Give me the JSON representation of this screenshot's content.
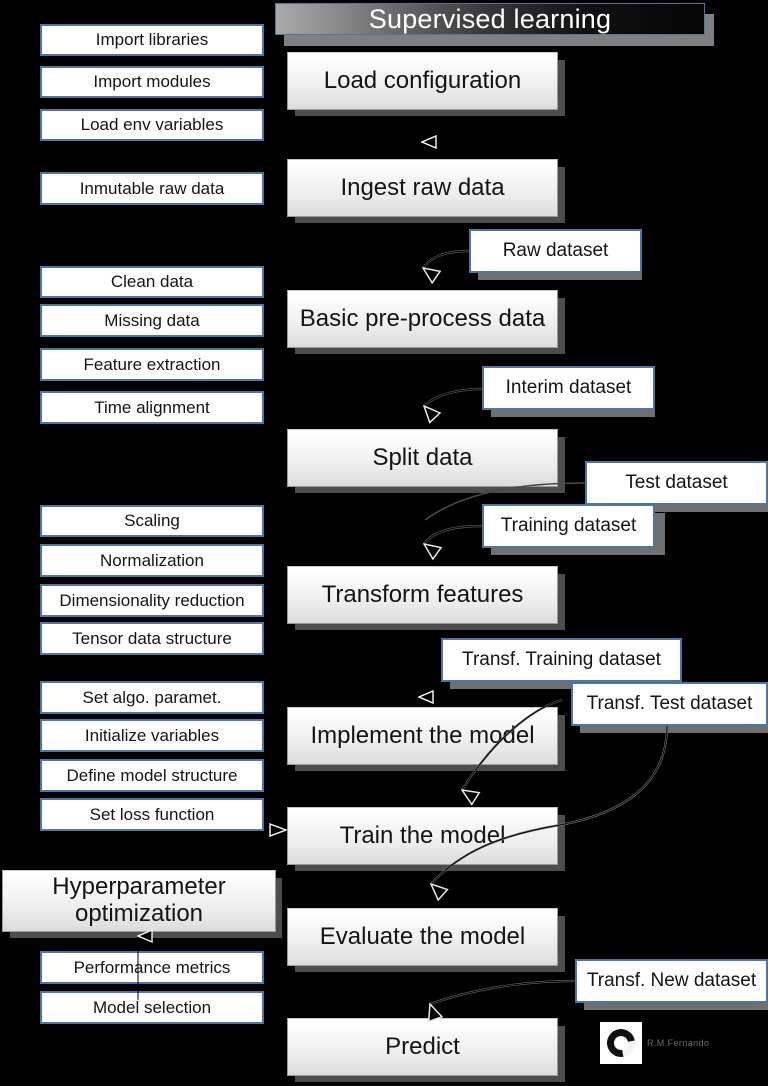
{
  "diagram": {
    "title": "Supervised learning",
    "accent_border": "#4a76a8",
    "title_text_color": "#ffffff",
    "background": "#000000"
  },
  "pipeline": [
    {
      "name": "load-configuration",
      "label": "Load configuration"
    },
    {
      "name": "ingest-raw-data",
      "label": "Ingest raw data"
    },
    {
      "name": "basic-preprocess-data",
      "label": "Basic pre-process data"
    },
    {
      "name": "split-data",
      "label": "Split data"
    },
    {
      "name": "transform-features",
      "label": "Transform features"
    },
    {
      "name": "implement-the-model",
      "label": "Implement the model"
    },
    {
      "name": "train-the-model",
      "label": "Train the model"
    },
    {
      "name": "evaluate-the-model",
      "label": "Evaluate the model"
    },
    {
      "name": "predict",
      "label": "Predict"
    }
  ],
  "hyperparameter_box": {
    "line1": "Hyperparameter",
    "line2": "optimization"
  },
  "left_notes": [
    {
      "name": "import-libraries",
      "label": "Import libraries"
    },
    {
      "name": "import-modules",
      "label": "Import modules"
    },
    {
      "name": "load-env-variables",
      "label": "Load env variables"
    },
    {
      "name": "inmutable-raw-data",
      "label": "Inmutable raw data"
    },
    {
      "name": "clean-data",
      "label": "Clean data"
    },
    {
      "name": "missing-data",
      "label": "Missing data"
    },
    {
      "name": "feature-extraction",
      "label": "Feature extraction"
    },
    {
      "name": "time-alignment",
      "label": "Time alignment"
    },
    {
      "name": "scaling",
      "label": "Scaling"
    },
    {
      "name": "normalization",
      "label": "Normalization"
    },
    {
      "name": "dimensionality-reduction",
      "label": "Dimensionality reduction"
    },
    {
      "name": "tensor-data-structure",
      "label": "Tensor data structure"
    },
    {
      "name": "set-algo-paramet",
      "label": "Set algo. paramet."
    },
    {
      "name": "initialize-variables",
      "label": "Initialize variables"
    },
    {
      "name": "define-model-structure",
      "label": "Define model structure"
    },
    {
      "name": "set-loss-function",
      "label": "Set loss function"
    },
    {
      "name": "performance-metrics",
      "label": "Performance metrics"
    },
    {
      "name": "model-selection",
      "label": "Model selection"
    }
  ],
  "dataset_notes": [
    {
      "name": "raw-dataset",
      "label": "Raw dataset"
    },
    {
      "name": "interim-dataset",
      "label": "Interim dataset"
    },
    {
      "name": "test-dataset",
      "label": "Test dataset"
    },
    {
      "name": "training-dataset",
      "label": "Training dataset"
    },
    {
      "name": "transf-training-dataset",
      "label": "Transf. Training dataset"
    },
    {
      "name": "transf-test-dataset",
      "label": "Transf. Test dataset"
    },
    {
      "name": "transf-new-dataset",
      "label": "Transf. New dataset"
    }
  ],
  "watermark": {
    "author": "R.M.Fernando",
    "icon": "enso-ring-icon"
  }
}
